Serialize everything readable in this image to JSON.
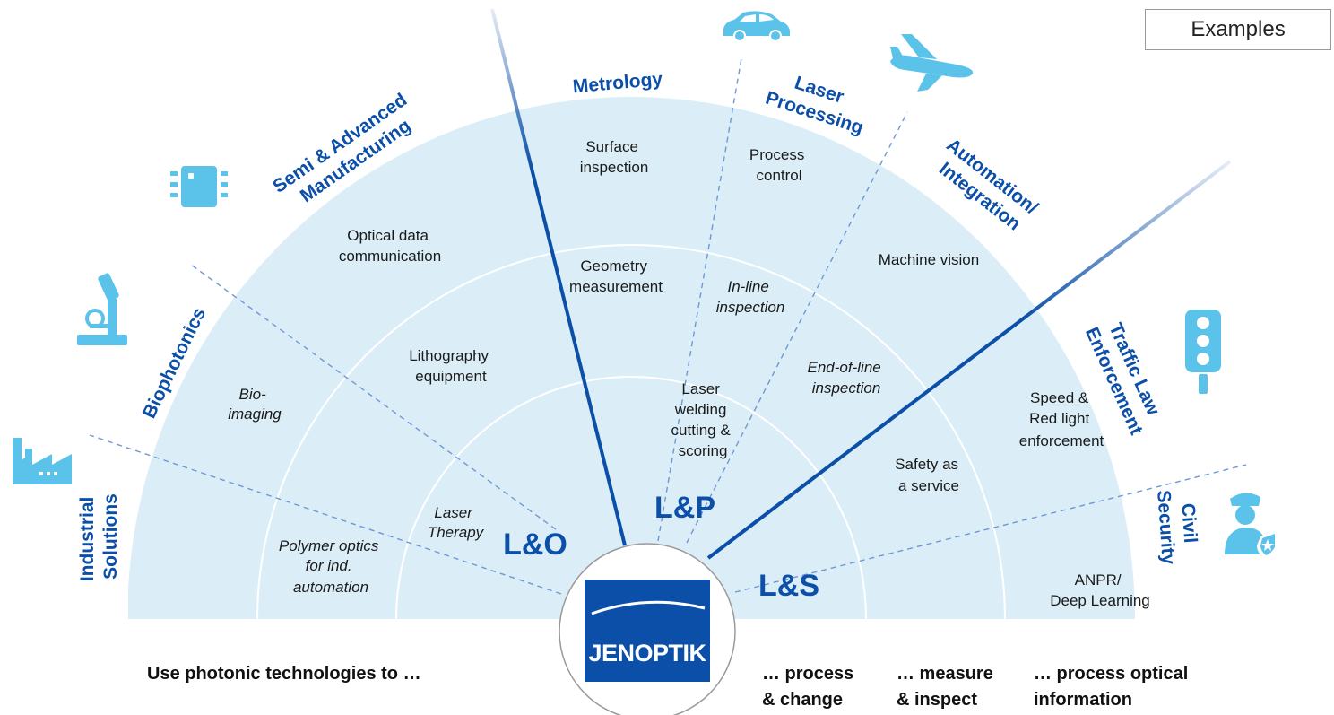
{
  "examples_label": "Examples",
  "industries": {
    "industrial": [
      "Industrial",
      "Solutions"
    ],
    "biophotonics": "Biophotonics",
    "semi": [
      "Semi & Advanced",
      "Manufacturing"
    ],
    "metrology": "Metrology",
    "laser_processing": [
      "Laser",
      "Processing"
    ],
    "automation": [
      "Automation/",
      "Integration"
    ],
    "traffic": [
      "Traffic Law",
      "Enforcement"
    ],
    "civil": [
      "Civil",
      "Security"
    ]
  },
  "applications": {
    "polymer": [
      "Polymer optics",
      "for ind.",
      "automation"
    ],
    "laser_therapy": [
      "Laser",
      "Therapy"
    ],
    "bio_imaging": [
      "Bio-",
      "imaging"
    ],
    "lithography": [
      "Lithography",
      "equipment"
    ],
    "optical_data": [
      "Optical data",
      "communication"
    ],
    "surface": [
      "Surface",
      "inspection"
    ],
    "geometry": [
      "Geometry",
      "measurement"
    ],
    "process_control": [
      "Process",
      "control"
    ],
    "inline": [
      "In-line",
      "inspection"
    ],
    "laser_welding": [
      "Laser",
      "welding",
      "cutting &",
      "scoring"
    ],
    "end_of_line": [
      "End-of-line",
      "inspection"
    ],
    "machine_vision": "Machine vision",
    "safety": [
      "Safety as",
      "a service"
    ],
    "speed": [
      "Speed &",
      "Red light",
      "enforcement"
    ],
    "anpr": [
      "ANPR/",
      "Deep Learning"
    ]
  },
  "divisions": {
    "lo": "L&O",
    "lp": "L&P",
    "ls": "L&S"
  },
  "logo_text": "JENOPTIK",
  "bottom": {
    "use": "Use photonic technologies to …",
    "process_change": [
      "… process",
      "& change"
    ],
    "measure_inspect": [
      "… measure",
      "& inspect"
    ],
    "process_optical": [
      "… process optical",
      "information"
    ]
  },
  "colors": {
    "light_blue": "#dbeef8",
    "dark_blue": "#0b4fa8",
    "dashed": "#6f97d6",
    "icon_blue": "#5bc3ea"
  },
  "icons": [
    "factory-icon",
    "microscope-icon",
    "chip-icon",
    "car-icon",
    "airplane-icon",
    "traffic-light-icon",
    "police-officer-icon"
  ]
}
